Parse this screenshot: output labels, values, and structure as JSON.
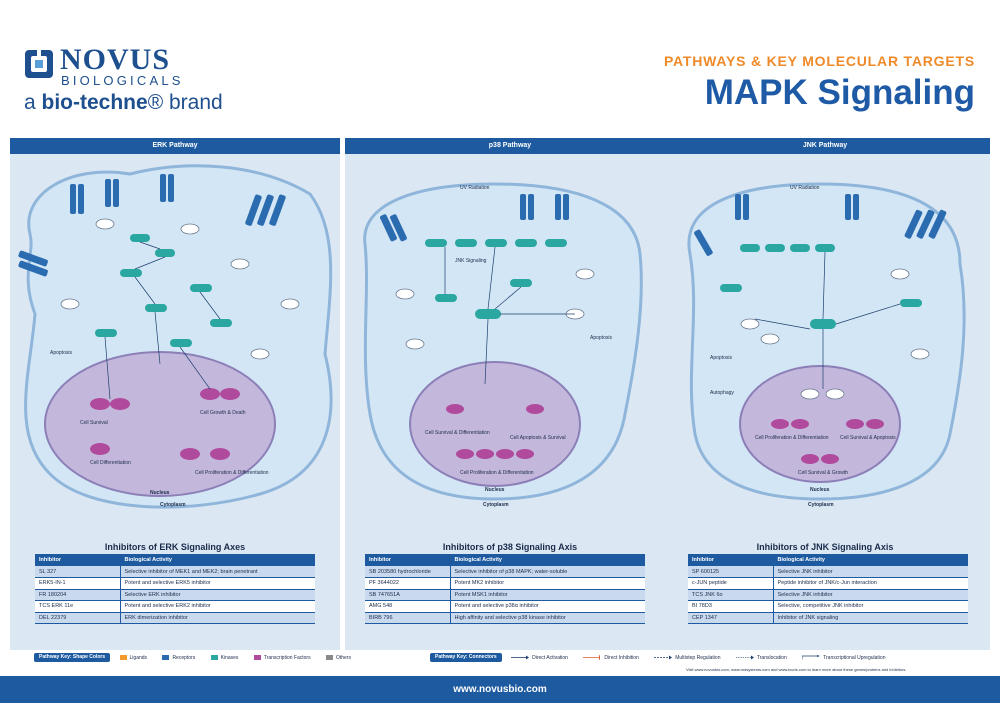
{
  "logo": {
    "novus": "NOVUS",
    "biologicals": "BIOLOGICALS",
    "brand_prefix": "a ",
    "brand_name": "bio-techne",
    "brand_suffix": "® brand"
  },
  "header": {
    "subtitle": "PATHWAYS & KEY MOLECULAR TARGETS",
    "title": "MAPK Signaling"
  },
  "colors": {
    "ligand": "#f39a2d",
    "receptor": "#2b6cb0",
    "kinase": "#2aa7a0",
    "transcription_factor": "#b04a9c",
    "other": "#8a8a8a",
    "bar": "#1d5aa0",
    "cell_fill": "#d3e6f5",
    "nucleus_fill": "#c3b8dc"
  },
  "panels": [
    {
      "name": "ERK Pathway",
      "inhibitors_title": "Inhibitors of ERK Signaling Axes",
      "col_inhibitor": "Inhibitor",
      "col_activity": "Biological Activity",
      "rows": [
        {
          "inhibitor": "SL 327",
          "activity": "Selective inhibitor of MEK1 and MEK2; brain penetrant"
        },
        {
          "inhibitor": "ERK5-IN-1",
          "activity": "Potent and selective ERK5 inhibitor"
        },
        {
          "inhibitor": "FR 180204",
          "activity": "Selective ERK inhibitor"
        },
        {
          "inhibitor": "TCS ERK 11e",
          "activity": "Potent and selective ERK2 inhibitor"
        },
        {
          "inhibitor": "DEL 22379",
          "activity": "ERK dimerization inhibitor"
        }
      ],
      "labels": [
        "Apoptosis",
        "Cell Survival",
        "Cell Differentiation",
        "Cell Growth & Death",
        "Cell Proliferation & Differentiation",
        "Nucleus",
        "Cytoplasm"
      ]
    },
    {
      "name": "p38 Pathway",
      "inhibitors_title": "Inhibitors of p38 Signaling Axis",
      "col_inhibitor": "Inhibitor",
      "col_activity": "Biological Activity",
      "rows": [
        {
          "inhibitor": "SB 203580 hydrochloride",
          "activity": "Selective inhibitor of p38 MAPK; water-soluble"
        },
        {
          "inhibitor": "PF 3644022",
          "activity": "Potent MK2 inhibitor"
        },
        {
          "inhibitor": "SB 747651A",
          "activity": "Potent MSK1 inhibitor"
        },
        {
          "inhibitor": "AMG 548",
          "activity": "Potent and selective p38α inhibitor"
        },
        {
          "inhibitor": "BIRB 796",
          "activity": "High affinity and selective p38 kinase inhibitor"
        }
      ],
      "labels": [
        "UV Radiation",
        "JNK Signaling",
        "Apoptosis",
        "Cell Survival & Differentiation",
        "Cell Apoptosis & Survival",
        "Cell Proliferation & Differentiation",
        "Nucleus",
        "Cytoplasm"
      ]
    },
    {
      "name": "JNK Pathway",
      "inhibitors_title": "Inhibitors of JNK Signaling Axis",
      "col_inhibitor": "Inhibitor",
      "col_activity": "Biological Activity",
      "rows": [
        {
          "inhibitor": "SP 600125",
          "activity": "Selective JNK inhibitor"
        },
        {
          "inhibitor": "c-JUN peptide",
          "activity": "Peptide inhibitor of JNK/c-Jun interaction"
        },
        {
          "inhibitor": "TCS JNK 6o",
          "activity": "Selective JNK inhibitor"
        },
        {
          "inhibitor": "BI 78D3",
          "activity": "Selective, competitive JNK inhibitor"
        },
        {
          "inhibitor": "CEP 1347",
          "activity": "Inhibitor of JNK signaling"
        }
      ],
      "labels": [
        "UV Radiation",
        "Apoptosis",
        "Autophagy",
        "Cell Proliferation & Differentiation",
        "Cell Survival & Apoptosis",
        "Cell Survival & Growth",
        "Nucleus",
        "Cytoplasm"
      ]
    }
  ],
  "key_shapes": {
    "label": "Pathway Key: Shape Colors",
    "items": [
      "Ligands",
      "Receptors",
      "Kinases",
      "Transcription Factors",
      "Others"
    ]
  },
  "key_connectors": {
    "label": "Pathway Key: Connectors",
    "items": [
      "Direct Activation",
      "Direct Inhibition",
      "Multistep Regulation",
      "Translocation",
      "Transcriptional Upregulation"
    ]
  },
  "visit_text": "Visit www.novusbio.com, www.rndsystems.com and www.tocris.com to learn more about these genes/proteins and inhibitors.",
  "footer": {
    "url": "www.novusbio.com"
  }
}
